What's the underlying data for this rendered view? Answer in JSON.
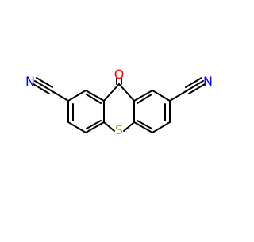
{
  "molecule": {
    "atom_labels": {
      "oxygen": "O",
      "sulfur": "S",
      "nitrogen_left": "N",
      "nitrogen_right": "N"
    },
    "colors": {
      "bond": "#000000",
      "oxygen": "#ff0000",
      "sulfur": "#b2a100",
      "nitrogen": "#0000ff",
      "background": "#ffffff"
    }
  }
}
